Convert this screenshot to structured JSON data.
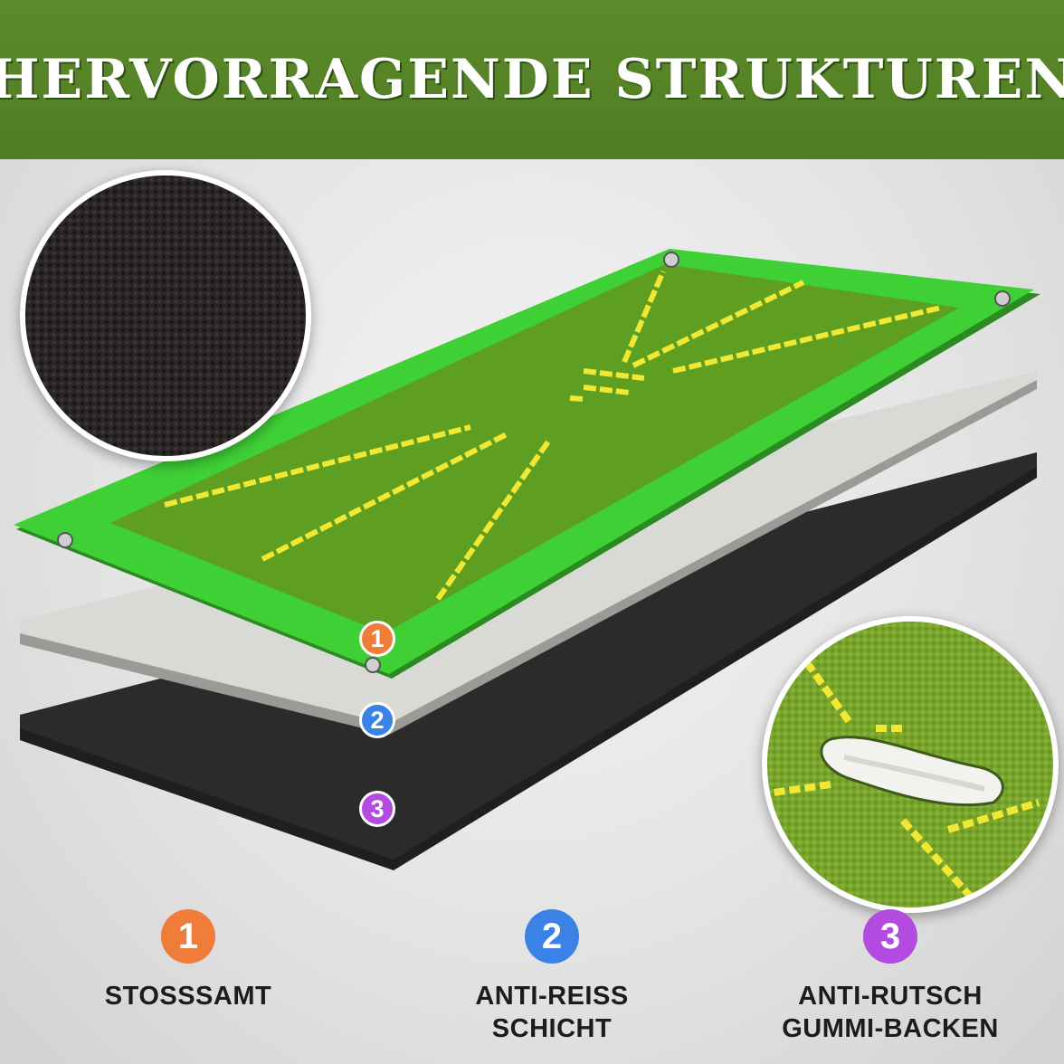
{
  "banner": {
    "title": "HERVORRAGENDE STRUKTUREN"
  },
  "colors": {
    "banner_green": "#567f26",
    "mat_green": "#3fcf36",
    "mat_inner": "#5c9f22",
    "guide_yellow": "#f0e832",
    "layer_white": "#d8d8d4",
    "layer_black": "#262626",
    "badge_orange": "#f07c3a",
    "badge_blue": "#3a82e6",
    "badge_purple": "#b34be0"
  },
  "icons": [
    "fabric-texture-zoom-icon",
    "turf-divot-zoom-icon"
  ],
  "layers": [
    {
      "number": "1",
      "label_lines": [
        "STOSSSAMT"
      ]
    },
    {
      "number": "2",
      "label_lines": [
        "ANTI-REISS",
        "SCHICHT"
      ]
    },
    {
      "number": "3",
      "label_lines": [
        "ANTI-RUTSCH",
        "GUMMI-BACKEN"
      ]
    }
  ]
}
